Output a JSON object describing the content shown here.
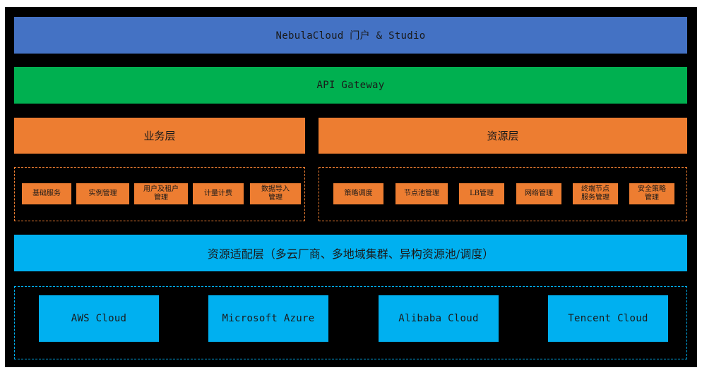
{
  "colors": {
    "background": "#000000",
    "portal": "#4472c4",
    "gateway": "#00b050",
    "layer": "#ed7d31",
    "adapter": "#00b0f0",
    "cloud": "#00b0f0"
  },
  "portal": {
    "label": "NebulaCloud 门户 & Studio"
  },
  "gateway": {
    "label": "API Gateway"
  },
  "business_layer": {
    "label": "业务层",
    "modules": [
      "基础服务",
      "实例管理",
      "用户及租户\n管理",
      "计量计费",
      "数据导入\n管理"
    ]
  },
  "resource_layer": {
    "label": "资源层",
    "modules": [
      "策略调度",
      "节点池管理",
      "LB管理",
      "网络管理",
      "终端节点\n服务管理",
      "安全策略\n管理"
    ]
  },
  "adapter_layer": {
    "label": "资源适配层（多云厂商、多地域集群、异构资源池/调度）"
  },
  "clouds": [
    "AWS Cloud",
    "Microsoft Azure",
    "Alibaba Cloud",
    "Tencent Cloud"
  ]
}
